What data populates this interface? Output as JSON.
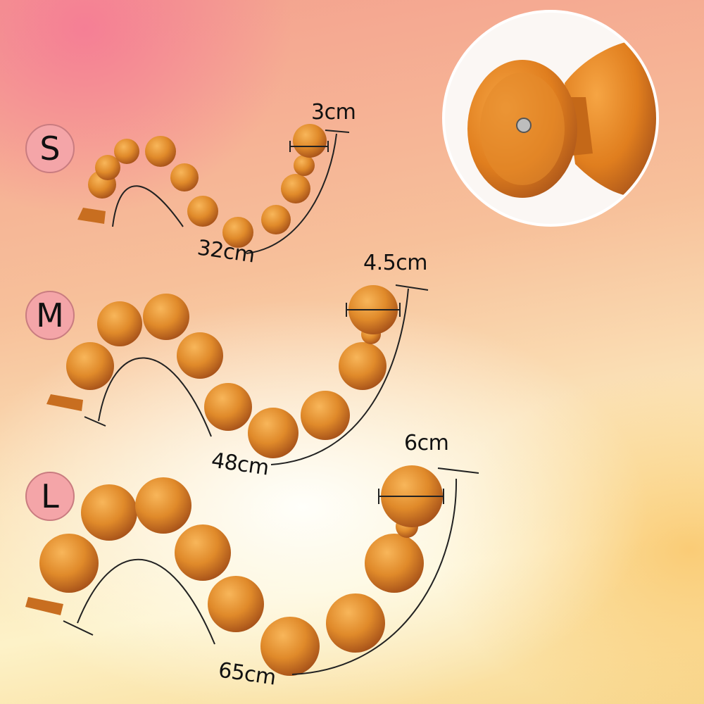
{
  "sizes": [
    {
      "badge": "S",
      "length_label": "32cm",
      "diameter_label": "3cm"
    },
    {
      "badge": "M",
      "length_label": "48cm",
      "diameter_label": "4.5cm"
    },
    {
      "badge": "L",
      "length_label": "65cm",
      "diameter_label": "6cm"
    }
  ],
  "colors": {
    "product_orange": "#e08a2a",
    "product_dark": "#b8601a",
    "badge_fill": "#f4a5a8",
    "text": "#111111"
  },
  "icons": {
    "detail_inset": "suction-cup-detail-image"
  }
}
